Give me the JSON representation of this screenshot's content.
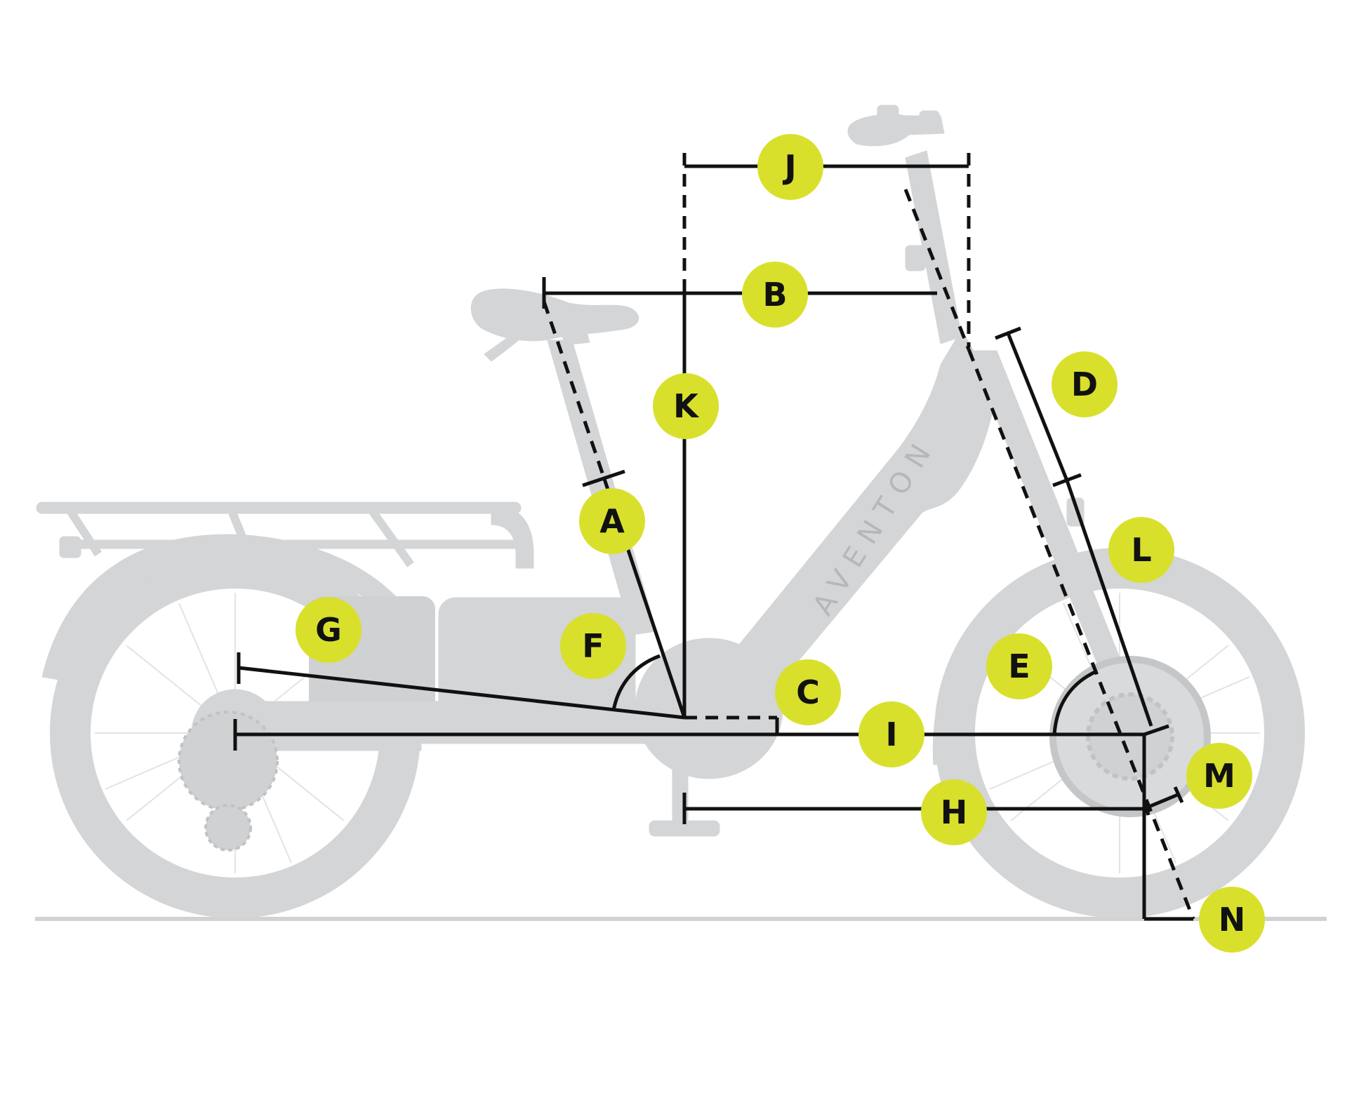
{
  "colors": {
    "silhouette": "#d3d5d7",
    "silhouette_dark": "#c4c6c8",
    "line": "#111111",
    "badge": "#d8e02c",
    "ground": "#d0d2d4",
    "background": "#ffffff"
  },
  "brand": {
    "frame_text": "AVENTON"
  },
  "labels": {
    "A": "A",
    "B": "B",
    "C": "C",
    "D": "D",
    "E": "E",
    "F": "F",
    "G": "G",
    "H": "H",
    "I": "I",
    "J": "J",
    "K": "K",
    "L": "L",
    "M": "M",
    "N": "N"
  }
}
